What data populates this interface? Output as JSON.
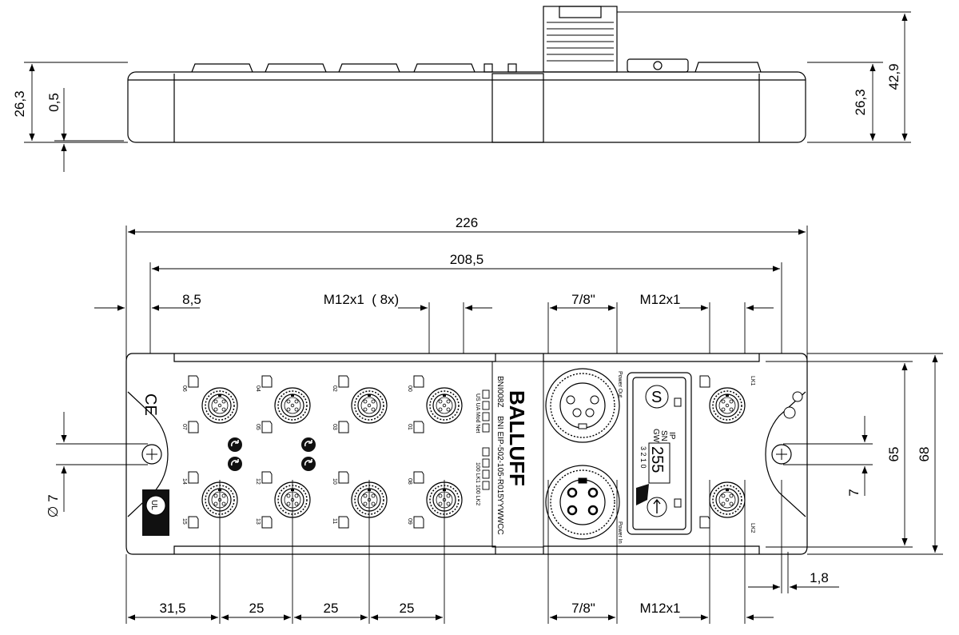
{
  "dimensions": {
    "side_height_left": "26,3",
    "side_offset": "0,5",
    "side_height_right": "26,3",
    "side_total_height": "42,9",
    "overall_length": "226",
    "hole_spacing": "208,5",
    "left_hole_offset": "8,5",
    "m12_group": "M12x1  ( 8x)",
    "top_power": "7/8\"",
    "top_m12": "M12x1",
    "hole_diameter": "7",
    "right_height_inner": "65",
    "right_height_total": "68",
    "right_small": "7",
    "right_offset": "1,8",
    "bottom_first": "31,5",
    "bottom_pitch_1": "25",
    "bottom_pitch_2": "25",
    "bottom_pitch_3": "25",
    "bottom_power": "7/8\"",
    "bottom_m12": "M12x1"
  },
  "labels": {
    "brand": "BALLUFF",
    "model_line_1": "BNI008Z",
    "model_line_2": "BNI EIP-502-105-R015",
    "date_code": "YYWWCC",
    "led_labels_top": "US UA Mod Net",
    "led_labels_bottom": "100 LK1 100 LK2",
    "power_out": "Power Out",
    "power_in": "Power In",
    "lk1": "LK1",
    "lk2": "LK2",
    "ip_label": "IP",
    "sn_label": "SN",
    "gw_label": "GW",
    "display_value": "255",
    "bit_labels": "3 2 1 0",
    "ce_mark": "CE",
    "ul_mark": "UL",
    "port_labels": [
      "06",
      "07",
      "04",
      "05",
      "02",
      "03",
      "00",
      "01",
      "14",
      "15",
      "12",
      "13",
      "10",
      "11",
      "08",
      "09"
    ]
  }
}
